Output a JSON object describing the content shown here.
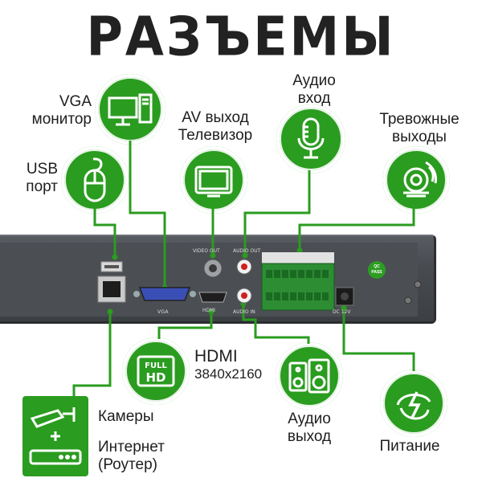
{
  "title": "РАЗЪЕМЫ",
  "labels": {
    "vga": [
      "VGA",
      "монитор"
    ],
    "usb": [
      "USB",
      "порт"
    ],
    "av": [
      "AV выход",
      "Телевизор"
    ],
    "audio_in": [
      "Аудио",
      "вход"
    ],
    "alarm": [
      "Тревожные",
      "выходы"
    ],
    "hdmi": [
      "HDMI",
      "3840x2160"
    ],
    "cameras": "Камеры",
    "internet": [
      "Интернет",
      "(Роутер)"
    ],
    "audio_out": [
      "Аудио",
      "выход"
    ],
    "power": "Питание"
  },
  "panel_labels": {
    "video_out": "VIDEO OUT",
    "audio_out": "AUDIO OUT",
    "audio_in": "AUDIO IN",
    "vga": "VGA",
    "hdmi": "HDMI",
    "dc": "DC 12V",
    "qc": [
      "QC",
      "PASS"
    ],
    "hd_full": "FULL",
    "hd": "HD"
  },
  "colors": {
    "accent": "#2a9c1f",
    "device": "#4b4e53",
    "text": "#1e1e1e"
  },
  "icons": [
    "monitor-pc-icon",
    "mouse-icon",
    "tv-icon",
    "microphone-icon",
    "alarm-siren-icon",
    "full-hd-icon",
    "speakers-icon",
    "power-plug-icon",
    "camera-router-icon"
  ]
}
